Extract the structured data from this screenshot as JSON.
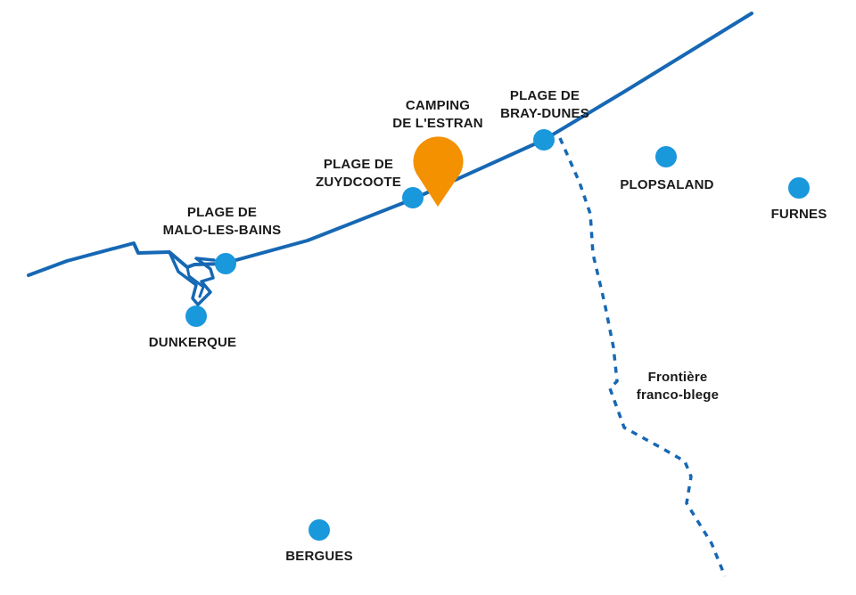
{
  "colors": {
    "route": "#1668b4",
    "marker": "#1998dc",
    "camping": "#f39100",
    "text": "#1a1a1a"
  },
  "places": {
    "camping": {
      "line1": "CAMPING",
      "line2": "DE L'ESTRAN",
      "icon": "map-pin-icon"
    },
    "bray_dunes": {
      "line1": "PLAGE DE",
      "line2": "BRAY-DUNES"
    },
    "zuydcoote": {
      "line1": "PLAGE DE",
      "line2": "ZUYDCOOTE"
    },
    "malo": {
      "line1": "PLAGE DE",
      "line2": "MALO-LES-BAINS"
    },
    "dunkerque": {
      "line1": "DUNKERQUE"
    },
    "plopsaland": {
      "line1": "PLOPSALAND"
    },
    "furnes": {
      "line1": "FURNES"
    },
    "bergues": {
      "line1": "BERGUES"
    }
  },
  "border": {
    "line1": "Frontière",
    "line2": "franco-blege"
  }
}
